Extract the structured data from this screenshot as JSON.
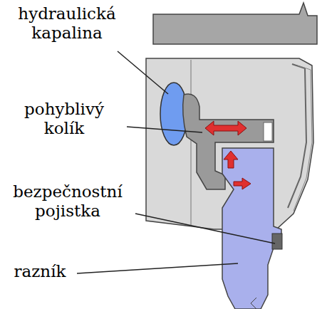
{
  "diagram": {
    "labels": [
      "hydraulická kapalina",
      "pohyblivý kolík",
      "bezpečnostní pojistka",
      "razník"
    ]
  }
}
